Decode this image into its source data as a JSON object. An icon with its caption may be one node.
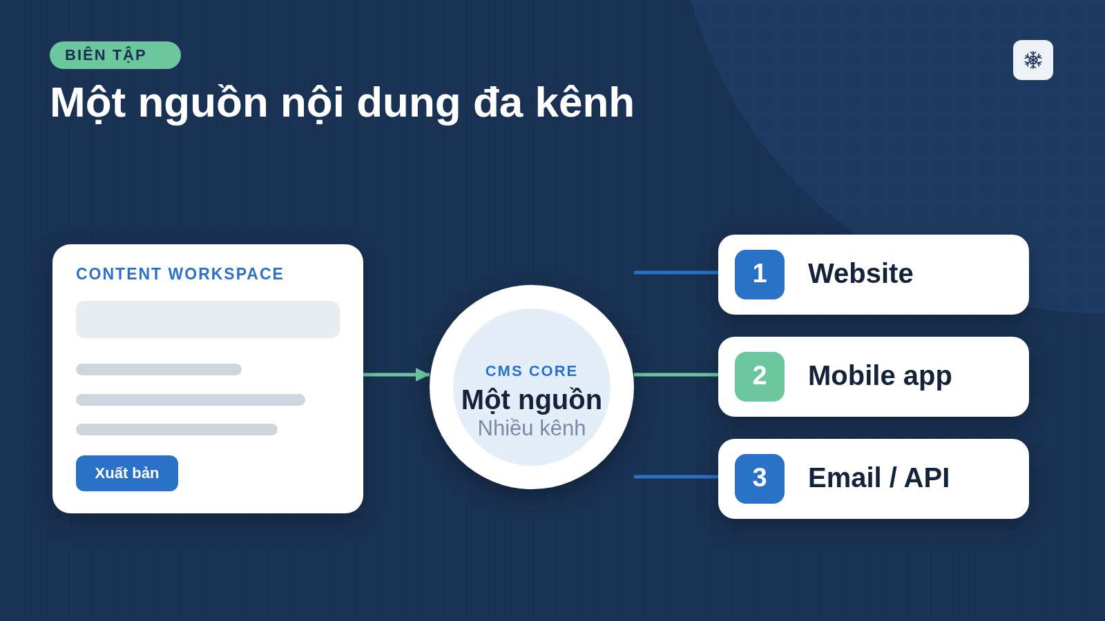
{
  "diagram": {
    "title": "Một nguồn nội dung đa kênh",
    "nodes": [
      {
        "text": [
          "CONTENT WORKSPACE"
        ]
      },
      {
        "text": [
          "Xuất bản"
        ],
        "in": 0
      },
      {
        "text": [
          "CMS CORE",
          "Một nguồn",
          "Nhiều kênh"
        ]
      },
      {
        "text": [
          "1",
          "Website"
        ]
      },
      {
        "text": [
          "2",
          "Mobile app"
        ]
      },
      {
        "text": [
          "3",
          "Email / API"
        ]
      }
    ],
    "edges": [
      {
        "from": 0,
        "to": 2,
        "arrow": "to",
        "color": "#6cc79e"
      },
      {
        "from": 2,
        "to": 3,
        "arrow": "none"
      },
      {
        "from": 2,
        "to": 4,
        "arrow": "none",
        "color": "#6cc79e"
      },
      {
        "from": 2,
        "to": 5,
        "arrow": "none"
      }
    ],
    "labels": [
      "BIÊN TẬP"
    ]
  }
}
